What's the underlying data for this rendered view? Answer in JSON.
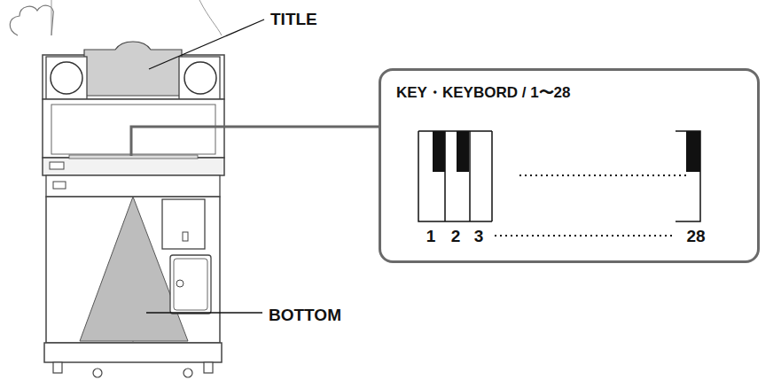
{
  "diagram": {
    "nodes": [
      {
        "text": [
          "KEY・KEYBORD / 1〜28"
        ]
      }
    ],
    "labels": [
      "TITLE",
      "BOTTOM",
      "1",
      "2",
      "3",
      "28"
    ]
  }
}
